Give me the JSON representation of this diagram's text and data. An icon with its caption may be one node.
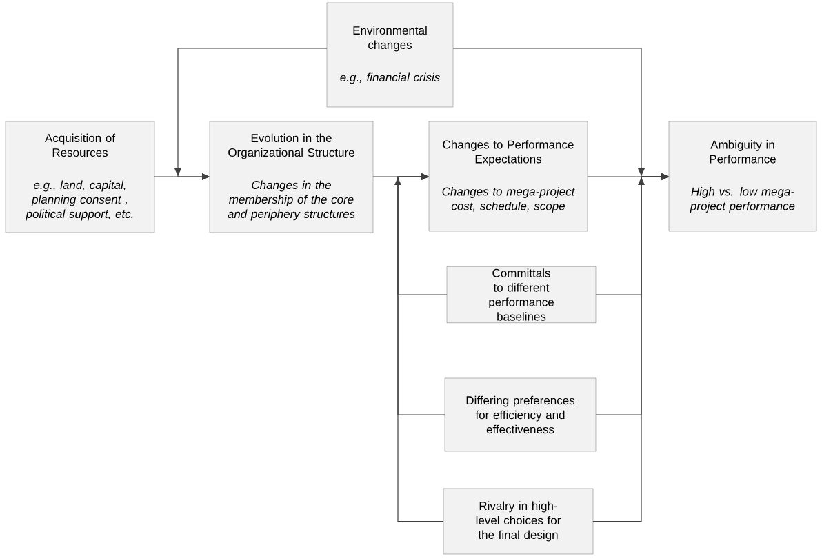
{
  "diagram": {
    "nodes": [
      {
        "text": [
          "Environmental changes",
          "e.g., financial crisis"
        ]
      },
      {
        "text": [
          "Acquisition of Resources",
          "e.g., land, capital, planning consent , political support, etc."
        ]
      },
      {
        "text": [
          "Evolution in the Organizational Structure",
          "Changes in the membership of the core and periphery structures"
        ]
      },
      {
        "text": [
          "Changes to Performance Expectations",
          "Changes to mega-project cost, schedule, scope"
        ]
      },
      {
        "text": [
          "Ambiguity in Performance",
          "High vs. low mega-project performance"
        ]
      },
      {
        "text": [
          "Committals to different performance baselines"
        ]
      },
      {
        "text": [
          "Differing preferences for efficiency and effectiveness"
        ]
      },
      {
        "text": [
          "Rivalry in high-level choices for the final design"
        ]
      }
    ],
    "edges": [
      {
        "from": 1,
        "to": 2,
        "arrow": "to"
      },
      {
        "from": 2,
        "to": 3,
        "arrow": "to"
      },
      {
        "from": 3,
        "to": 4,
        "arrow": "to"
      },
      {
        "from": 0,
        "to": 2,
        "arrow": "to"
      },
      {
        "from": 0,
        "to": 4,
        "arrow": "to"
      },
      {
        "from": 5,
        "to": 3,
        "arrow": "to"
      },
      {
        "from": 6,
        "to": 3,
        "arrow": "to"
      },
      {
        "from": 7,
        "to": 3,
        "arrow": "to"
      },
      {
        "from": 5,
        "to": 4,
        "arrow": "to"
      },
      {
        "from": 6,
        "to": 4,
        "arrow": "to"
      },
      {
        "from": 7,
        "to": 4,
        "arrow": "to"
      }
    ]
  }
}
